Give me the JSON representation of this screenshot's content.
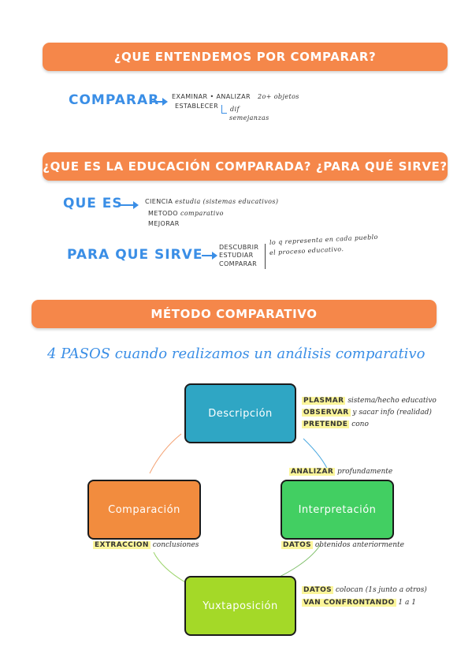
{
  "sections": {
    "s1_title": "¿QUE ENTENDEMOS POR COMPARAR?",
    "s2_title": "¿QUE ES LA EDUCACIÓN COMPARADA? ¿PARA QUÉ SIRVE?",
    "s3_title": "MÉTODO COMPARATIVO"
  },
  "comparar": {
    "label": "COMPARAR",
    "examinar": "EXAMINAR",
    "dot": "•",
    "analizar": "ANALIZAR",
    "objetos": "2o+ objetos",
    "establecer": "ESTABLECER",
    "dif": "dif",
    "semejanzas": "semejanzas"
  },
  "que_es": {
    "label": "QUE ES",
    "ciencia": "CIENCIA",
    "ciencia_note": "estudia (sistemas educativos)",
    "metodo": "METODO",
    "metodo_note": "comparativo",
    "mejorar": "MEJORAR"
  },
  "para_que": {
    "label": "PARA QUE SIRVE",
    "items": [
      "DESCUBRIR",
      "ESTUDIAR",
      "COMPARAR"
    ],
    "note_1": "lo q representa en cada pueblo",
    "note_2": "el proceso educativo."
  },
  "pasos_line": "4 PASOS cuando realizamos un análisis comparativo",
  "diagram": {
    "nodes": [
      "Descripción",
      "Interpretación",
      "Yuxtaposición",
      "Comparación"
    ],
    "colors": {
      "descripcion": "#2fa6c4",
      "interpretacion": "#42cf62",
      "yuxtaposicion": "#a4d928",
      "comparacion": "#f28c3e"
    },
    "desc_notes": [
      {
        "hl": "PLASMAR",
        "text": "sistema/hecho educativo"
      },
      {
        "hl": "OBSERVAR",
        "text": "y sacar info (realidad)"
      },
      {
        "hl": "PRETENDE",
        "text": "cono"
      }
    ],
    "interp_top": {
      "hl": "ANALIZAR",
      "text": "profundamente"
    },
    "interp_bottom": {
      "hl": "DATOS",
      "text": "obtenidos anteriormente"
    },
    "comp_bottom": {
      "hl": "EXTRACCION",
      "text": "conclusiones"
    },
    "yux_notes": [
      {
        "hl": "DATOS",
        "text": "colocan (1s junto a otros)"
      },
      {
        "hl": "VAN CONFRONTANDO",
        "text": "1 a 1"
      }
    ]
  }
}
